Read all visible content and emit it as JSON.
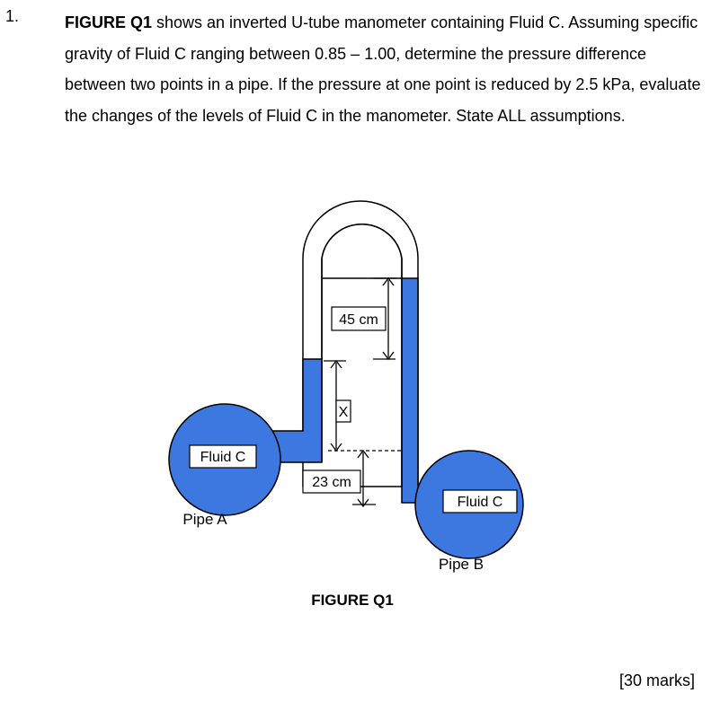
{
  "question": {
    "number": "1.",
    "ref": "FIGURE Q1",
    "body": " shows an inverted U-tube manometer containing Fluid C. Assuming specific gravity of Fluid C ranging between 0.85 – 1.00, determine the pressure difference between two points in a pipe. If the pressure at one point is reduced by 2.5 kPa, evaluate the changes of the levels of Fluid C in the manometer. State ALL assumptions."
  },
  "figure": {
    "caption": "FIGURE Q1",
    "pipe_a": {
      "label": "Pipe A",
      "fluid": "Fluid C"
    },
    "pipe_b": {
      "label": "Pipe B",
      "fluid": "Fluid C"
    },
    "dim_45": "45 cm",
    "dim_x": "X",
    "dim_23": "23 cm",
    "fluid_color": "#3d78e0"
  },
  "marks": "[30 marks]"
}
